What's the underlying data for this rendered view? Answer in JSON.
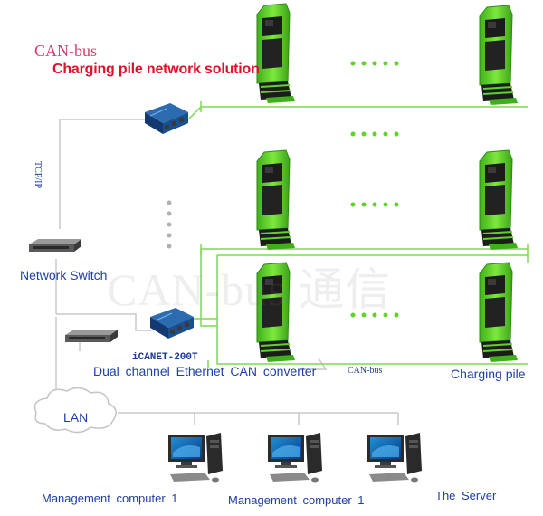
{
  "header": {
    "bus_name": "CAN-bus",
    "title": "Charging pile network solution"
  },
  "labels": {
    "tcp_ip": "TCP/IP",
    "network_switch": "Network Switch",
    "converter_model": "iCANET-200T",
    "converter_desc": "Dual channel Ethernet CAN converter",
    "can_bus_link": "CAN-bus",
    "charging_pile": "Charging pile",
    "lan": "LAN",
    "mgmt_computer_a": "Management computer 1",
    "mgmt_computer_b": "Management computer 1",
    "server": "The Server"
  },
  "watermark": "CAN-bus 通信",
  "colors": {
    "pile_green": "#5fd32a",
    "pile_dark": "#1c1c1c",
    "bus_line": "#7ed957",
    "wire_gray": "#c8c8c8",
    "label_blue": "#1f3ea8",
    "title_red": "#e0102a"
  },
  "icons": {
    "converter": "can-converter-icon",
    "switch": "network-switch-icon",
    "cloud": "lan-cloud-icon",
    "computer": "desktop-computer-icon",
    "pile": "charging-pile-icon"
  }
}
